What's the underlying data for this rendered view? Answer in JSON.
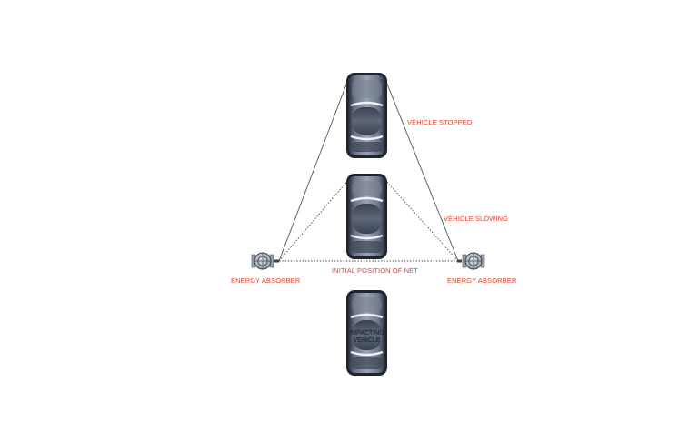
{
  "labels": {
    "vehicle_stopped": "VEHICLE STOPPED",
    "vehicle_slowing": "VEHICLE SLOWING",
    "initial_position": "INITIAL POSITION OF NET",
    "absorber_left": "ENERGY ABSORBER",
    "absorber_right": "ENERGY ABSORBER",
    "impact_line1": "IMPACTING",
    "impact_line2": "VEHICLE"
  },
  "colors": {
    "label": "#e2432b",
    "net": "#555555",
    "car_dark": "#1f2530",
    "car_mid": "#5b6577",
    "car_light": "#eef1f5"
  }
}
